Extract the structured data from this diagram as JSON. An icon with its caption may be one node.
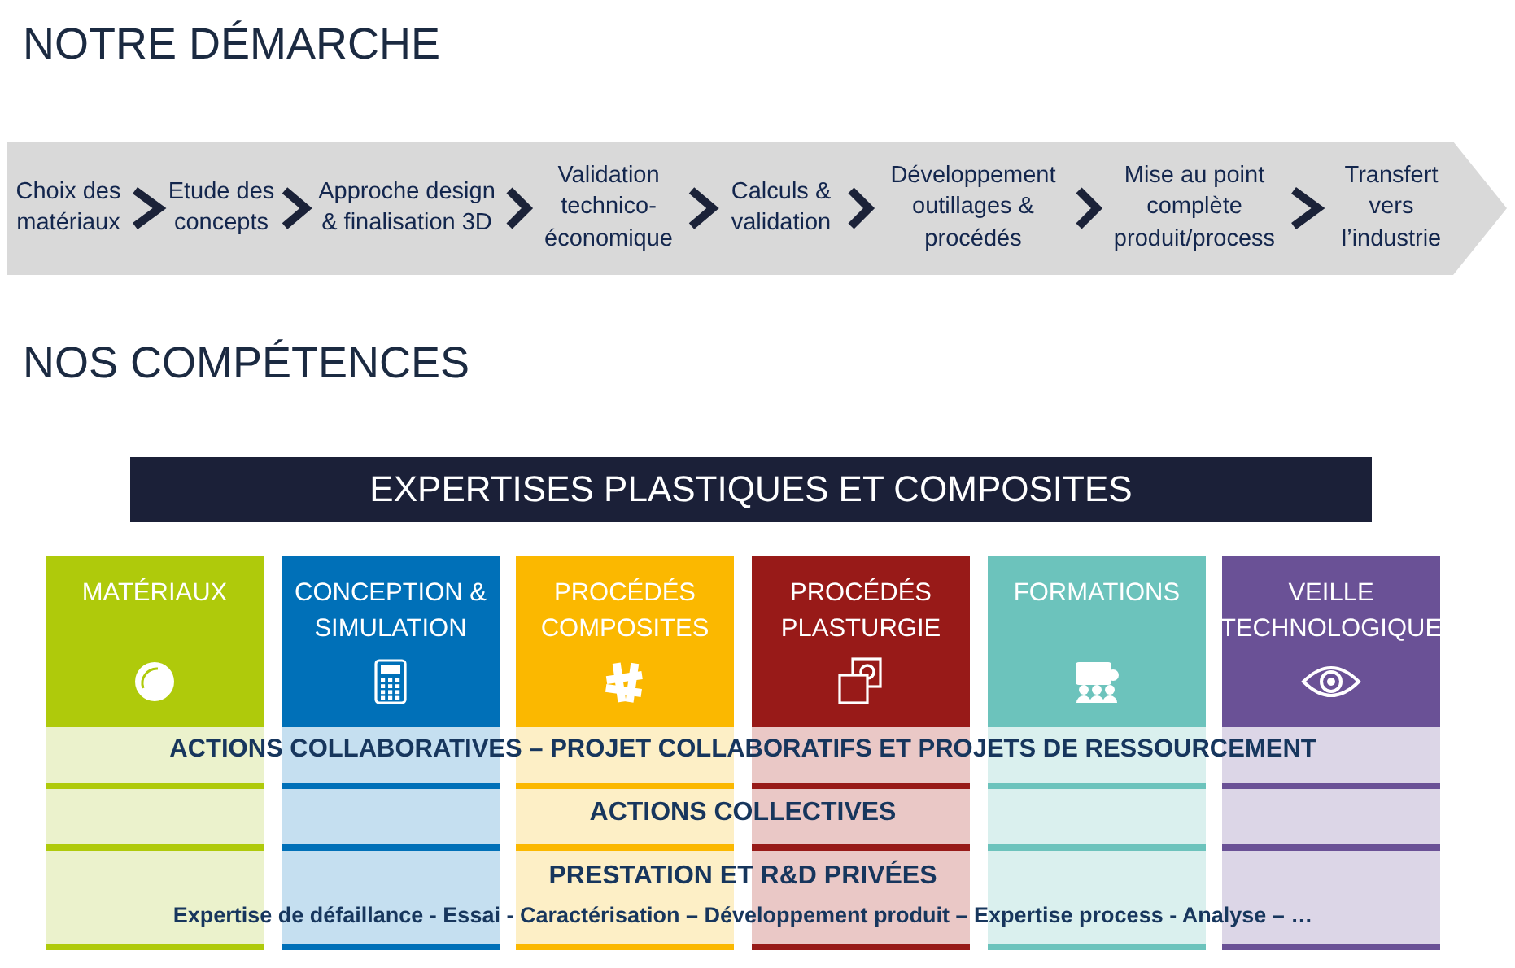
{
  "diagram": {
    "title": "NOTRE DÉMARCHE",
    "nodes": [
      {
        "text": [
          "Choix des matériaux"
        ]
      },
      {
        "text": [
          "Etude des concepts"
        ]
      },
      {
        "text": [
          "Approche design & finalisation 3D"
        ]
      },
      {
        "text": [
          "Validation technico-économique"
        ]
      },
      {
        "text": [
          "Calculs & validation"
        ]
      },
      {
        "text": [
          "Développement outillages & procédés"
        ]
      },
      {
        "text": [
          "Mise au point complète produit/process"
        ]
      },
      {
        "text": [
          "Transfert vers l’industrie"
        ]
      },
      {
        "text": [
          "EXPERTISES PLASTIQUES ET COMPOSITES"
        ]
      },
      {
        "text": [
          "MATÉRIAUX"
        ]
      },
      {
        "text": [
          "CONCEPTION & SIMULATION"
        ]
      },
      {
        "text": [
          "PROCÉDÉS COMPOSITES"
        ]
      },
      {
        "text": [
          "PROCÉDÉS PLASTURGIE"
        ]
      },
      {
        "text": [
          "FORMATIONS"
        ]
      },
      {
        "text": [
          "VEILLE TECHNOLOGIQUE"
        ]
      }
    ],
    "edges": [
      {
        "from": 0,
        "to": 1,
        "arrow": "to"
      },
      {
        "from": 1,
        "to": 2,
        "arrow": "to"
      },
      {
        "from": 2,
        "to": 3,
        "arrow": "to"
      },
      {
        "from": 3,
        "to": 4,
        "arrow": "to"
      },
      {
        "from": 4,
        "to": 5,
        "arrow": "to"
      },
      {
        "from": 5,
        "to": 6,
        "arrow": "to"
      },
      {
        "from": 6,
        "to": 7,
        "arrow": "to"
      }
    ],
    "labels": [
      "NOS COMPÉTENCES",
      "ACTIONS COLLABORATIVES – PROJET COLLABORATIFS ET PROJETS DE RESSOURCEMENT",
      "ACTIONS COLLECTIVES",
      "PRESTATION ET R&D PRIVÉES",
      "Expertise de défaillance - Essai - Caractérisation – Développement produit – Expertise process - Analyse – …"
    ]
  }
}
